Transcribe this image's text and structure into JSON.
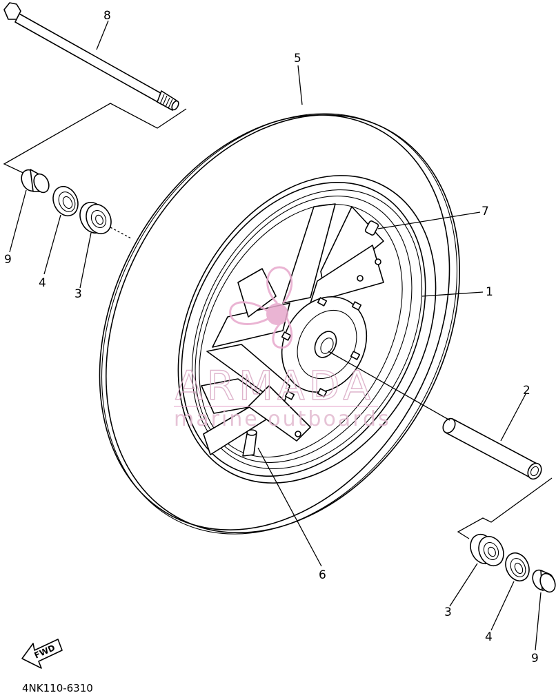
{
  "diagram": {
    "part_code": "4NK110-6310",
    "fwd_label": "FWD",
    "callouts": {
      "c1": "1",
      "c2": "2",
      "c3_left": "3",
      "c3_right": "3",
      "c4_left": "4",
      "c4_right": "4",
      "c5": "5",
      "c6": "6",
      "c7": "7",
      "c8": "8",
      "c9_left": "9",
      "c9_right": "9"
    }
  },
  "watermark": {
    "title": "ARMADA",
    "subtitle": "marine outboards",
    "color": "#e7a8cc"
  }
}
